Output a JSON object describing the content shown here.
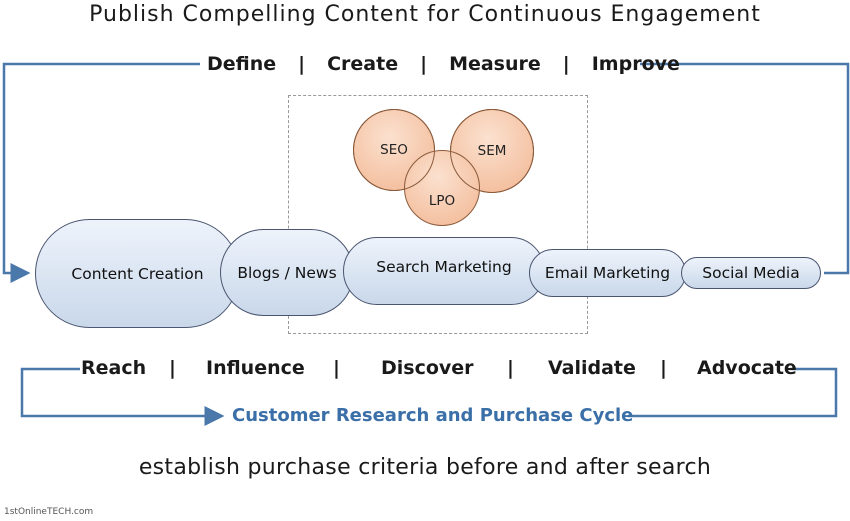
{
  "title": "Publish Compelling Content for Continuous Engagement",
  "phases": [
    "Define",
    "Create",
    "Measure",
    "Improve"
  ],
  "separator": "|",
  "bubbles": [
    "SEO",
    "SEM",
    "LPO"
  ],
  "channels": [
    "Content Creation",
    "Blogs / News",
    "Search Marketing",
    "Email Marketing",
    "Social Media"
  ],
  "stages": [
    "Reach",
    "Influence",
    "Discover",
    "Validate",
    "Advocate"
  ],
  "cycle_label": "Customer Research and Purchase Cycle",
  "footer": "establish purchase criteria before and after search",
  "credit": "1stOnlineTECH.com",
  "colors": {
    "arrow": "#4a78aa",
    "pill_fill": "#d6e2f0",
    "pill_border": "#4a5570",
    "bubble_fill": "#f4c3a2",
    "bubble_border": "#8a5a3a",
    "cycle_text": "#3a6fa8"
  }
}
